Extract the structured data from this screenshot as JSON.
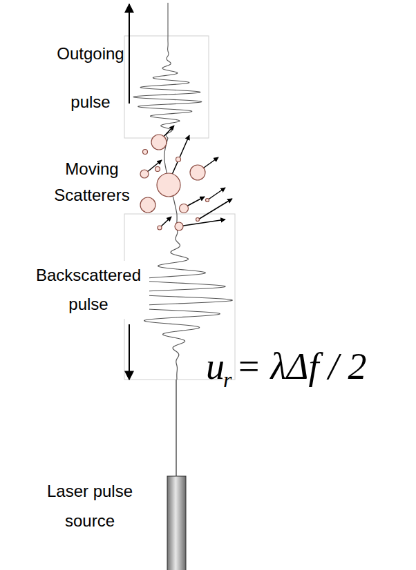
{
  "diagram": {
    "labels": [
      "Outgoing pulse",
      "Moving Scatterers",
      "Backscattered pulse",
      "Laser pulse source",
      "u",
      "r",
      "= λΔf / 2"
    ]
  }
}
